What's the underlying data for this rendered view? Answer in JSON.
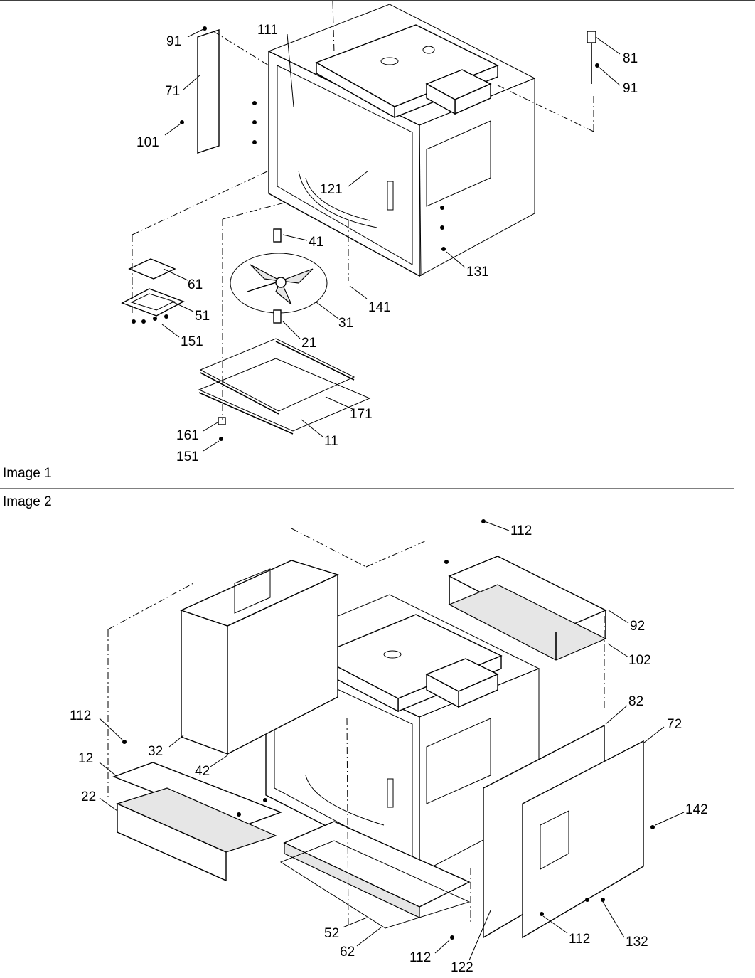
{
  "captions": {
    "image1": "Image 1",
    "image2": "Image 2"
  },
  "image1_labels": [
    "91",
    "111",
    "71",
    "101",
    "81",
    "91",
    "121",
    "41",
    "61",
    "51",
    "31",
    "141",
    "131",
    "151",
    "21",
    "171",
    "161",
    "151",
    "11"
  ],
  "image2_labels": [
    "112",
    "92",
    "102",
    "112",
    "12",
    "22",
    "32",
    "42",
    "82",
    "72",
    "142",
    "52",
    "62",
    "112",
    "122",
    "112",
    "132"
  ]
}
